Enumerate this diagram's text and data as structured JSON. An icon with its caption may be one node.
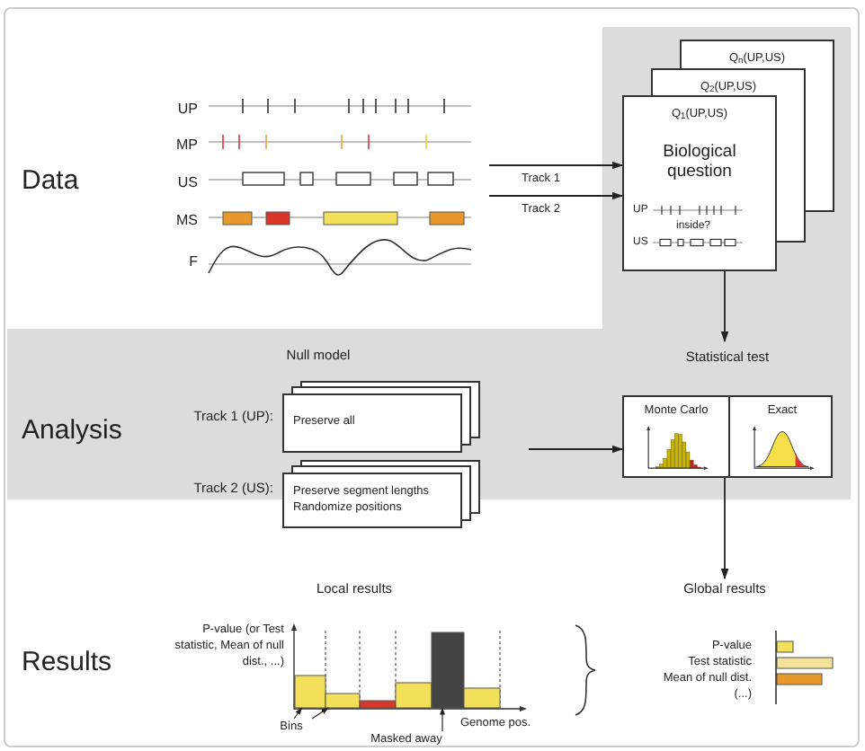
{
  "diagram": {
    "nodes": [
      {
        "text": [
          "Q$_{n}$(UP,US)",
          "Q$_{2}$(UP,US)",
          "Q$_{1}$(UP,US)",
          "Biological question",
          "UP",
          "inside?",
          "US"
        ]
      },
      {
        "text": [
          "Preserve all"
        ]
      },
      {
        "text": [
          "Preserve segment lengths",
          "Randomize positions"
        ]
      },
      {
        "text": [
          "Statistical test"
        ]
      },
      {
        "text": [
          "Monte Carlo"
        ],
        "in": 3
      },
      {
        "text": [
          "Exact"
        ],
        "in": 3
      },
      {
        "text": [
          "Global results"
        ]
      },
      {
        "text": [],
        "shape": "bar"
      },
      {
        "text": [],
        "shape": "bar"
      },
      {
        "text": [],
        "shape": "bar"
      },
      {
        "text": [],
        "shape": "bar"
      },
      {
        "text": [],
        "shape": "bar"
      },
      {
        "text": [],
        "shape": "bar"
      },
      {
        "text": [
          "Bins"
        ]
      },
      {
        "text": [
          "Masked away"
        ]
      }
    ],
    "edges": [
      {
        "from": null,
        "to": 0,
        "arrow": "to",
        "label": "Track 1"
      },
      {
        "from": null,
        "to": 0,
        "arrow": "to",
        "label": "Track 2"
      },
      {
        "from": 0,
        "to": 3,
        "arrow": "to"
      },
      {
        "from": null,
        "to": 3,
        "arrow": "to"
      },
      {
        "from": 3,
        "to": 6,
        "arrow": "to"
      },
      {
        "from": 13,
        "to": 7,
        "arrow": "to"
      },
      {
        "from": 13,
        "to": 8,
        "arrow": "to"
      },
      {
        "from": 14,
        "to": 11,
        "arrow": "to"
      }
    ],
    "labels": [
      "UP",
      "MP",
      "US",
      "MS",
      "F",
      "Data",
      "Null model",
      "Analysis",
      "Track 1 (UP):",
      "Track 2 (US):",
      "Results",
      "Local results",
      "P-value (or Test statistic, Mean of null dist., ...)",
      "Genome pos.",
      "P-value",
      "Test statistic",
      "Mean of null dist.",
      "(...)"
    ]
  }
}
